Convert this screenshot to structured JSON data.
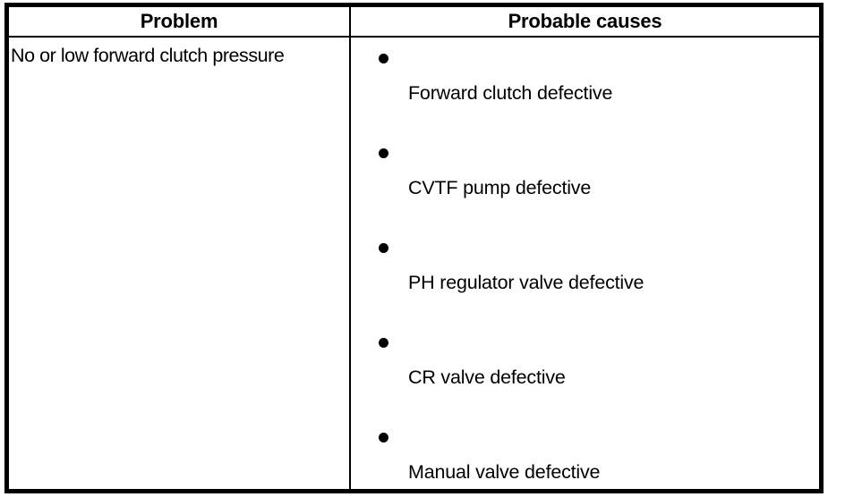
{
  "table": {
    "columns": [
      {
        "key": "problem",
        "header": "Problem"
      },
      {
        "key": "causes",
        "header": "Probable causes"
      }
    ],
    "rows": [
      {
        "problem": "No or low forward clutch pressure",
        "causes": [
          {
            "bullet": "filled-circle-bullet",
            "label": "Forward clutch defective"
          },
          {
            "bullet": "filled-circle-bullet",
            "label": "CVTF pump defective"
          },
          {
            "bullet": "filled-circle-bullet",
            "label": "PH regulator valve defective"
          },
          {
            "bullet": "filled-circle-bullet",
            "label": "CR valve defective"
          },
          {
            "bullet": "filled-circle-bullet",
            "label": "Manual valve defective"
          }
        ]
      }
    ]
  },
  "colors": {
    "text": "#000000",
    "border": "#000000",
    "background": "#ffffff"
  }
}
